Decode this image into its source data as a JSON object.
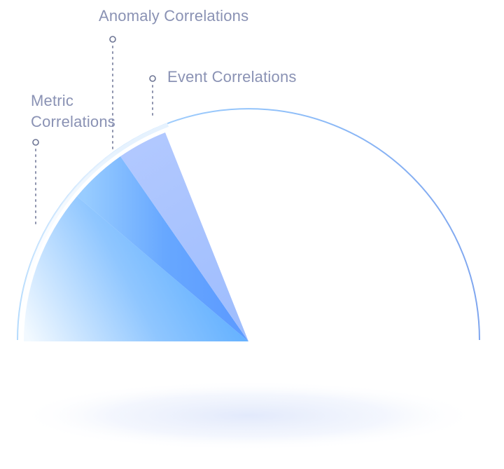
{
  "labels": {
    "anomaly": "Anomaly Correlations",
    "event": "Event Correlations",
    "metric": "Metric Correlations"
  },
  "colors": {
    "label_text": "#8a92b4",
    "outer_arc_start": "#b3dafd",
    "outer_arc_end": "#7fa6ef",
    "metric_wedge_light": "#f2f9ff",
    "metric_wedge_dark": "#5aa9ff",
    "anomaly_wedge": "#5b9cff",
    "event_wedge": "#a8c4ff",
    "shadow": "#dfe7fb"
  }
}
